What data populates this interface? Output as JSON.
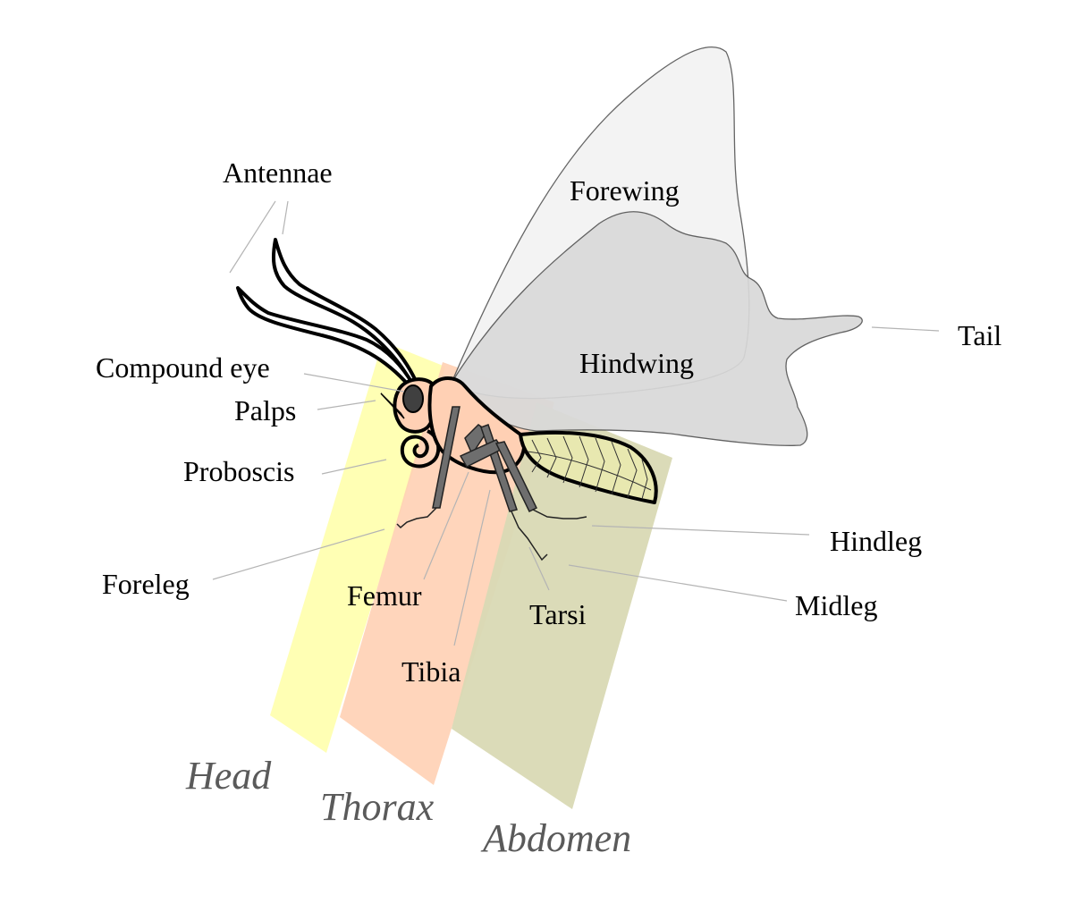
{
  "labels": {
    "antennae": "Antennae",
    "forewing": "Forewing",
    "hindwing": "Hindwing",
    "tail": "Tail",
    "compound_eye": "Compound eye",
    "palps": "Palps",
    "proboscis": "Proboscis",
    "foreleg": "Foreleg",
    "femur": "Femur",
    "tibia": "Tibia",
    "tarsi": "Tarsi",
    "hindleg": "Hindleg",
    "midleg": "Midleg"
  },
  "regions": {
    "head": "Head",
    "thorax": "Thorax",
    "abdomen": "Abdomen"
  },
  "colors": {
    "head_band": "#ffffb4",
    "thorax_band": "#ffd0b4",
    "abdomen_band": "#d9d9b4",
    "forewing": "#f2f2f2",
    "hindwing": "#d9d9d9",
    "body": "#ffd0b4",
    "abdomen_fill": "#e8e8b0",
    "legs": "#6e6e6e",
    "region_text": "#5a5a5a"
  }
}
